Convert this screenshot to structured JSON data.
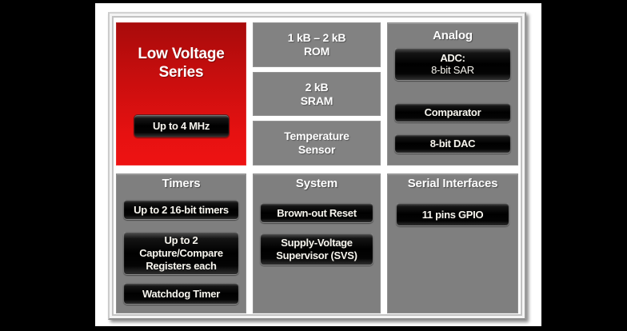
{
  "colors": {
    "background": "#000000",
    "slide_bg": "#ffffff",
    "accent_red_top": "#a80b0b",
    "accent_red_bottom": "#ee1212",
    "panel_gray": "#7f7f7f",
    "block_gray": "#828282",
    "button_black": "#000000",
    "text_white": "#ffffff"
  },
  "low_voltage": {
    "line1": "Low Voltage",
    "line2": "Series",
    "button": "Up to 4 MHz"
  },
  "memory": {
    "blocks": [
      {
        "line1": "1 kB – 2 kB",
        "line2": "ROM"
      },
      {
        "line1": "2 kB",
        "line2": "SRAM"
      },
      {
        "line1": "Temperature",
        "line2": "Sensor"
      }
    ]
  },
  "analog": {
    "title": "Analog",
    "adc_line1": "ADC:",
    "adc_line2": "8-bit SAR",
    "comparator": "Comparator",
    "dac": "8-bit DAC"
  },
  "timers": {
    "title": "Timers",
    "btn1": "Up to 2 16-bit timers",
    "btn2_line1": "Up to 2",
    "btn2_line2": "Capture/Compare",
    "btn2_line3": "Registers each",
    "btn3": "Watchdog Timer"
  },
  "system": {
    "title": "System",
    "btn1": "Brown-out Reset",
    "btn2_line1": "Supply-Voltage",
    "btn2_line2": "Supervisor (SVS)"
  },
  "serial": {
    "title": "Serial Interfaces",
    "btn1": "11 pins GPIO"
  }
}
